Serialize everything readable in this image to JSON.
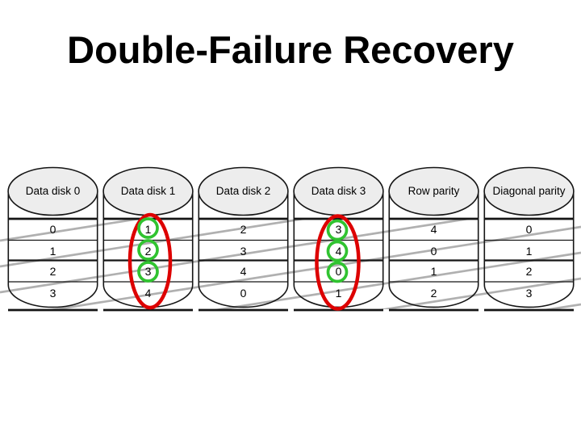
{
  "title": "Double-Failure Recovery",
  "colors": {
    "highlight_red": "#dd0000",
    "recovered_green": "#30c330",
    "diagonal_line_gray": "#b0b0b0",
    "disk_top_fill": "#ededed",
    "outline_black": "#151515"
  },
  "disks": [
    {
      "label": "Data disk 0",
      "blocks": [
        "0",
        "1",
        "2",
        "3"
      ],
      "failed_highlight": false,
      "circled_rows": []
    },
    {
      "label": "Data disk 1",
      "blocks": [
        "1",
        "2",
        "3",
        "4"
      ],
      "failed_highlight": true,
      "circled_rows": [
        0,
        1,
        2
      ]
    },
    {
      "label": "Data disk 2",
      "blocks": [
        "2",
        "3",
        "4",
        "0"
      ],
      "failed_highlight": false,
      "circled_rows": []
    },
    {
      "label": "Data disk 3",
      "blocks": [
        "3",
        "4",
        "0",
        "1"
      ],
      "failed_highlight": true,
      "circled_rows": [
        0,
        1,
        2
      ]
    },
    {
      "label": "Row parity",
      "blocks": [
        "4",
        "0",
        "1",
        "2"
      ],
      "failed_highlight": false,
      "circled_rows": []
    },
    {
      "label": "Diagonal parity",
      "blocks": [
        "0",
        "1",
        "2",
        "3"
      ],
      "failed_highlight": false,
      "circled_rows": []
    }
  ],
  "diagonal_stripe_count": 7
}
